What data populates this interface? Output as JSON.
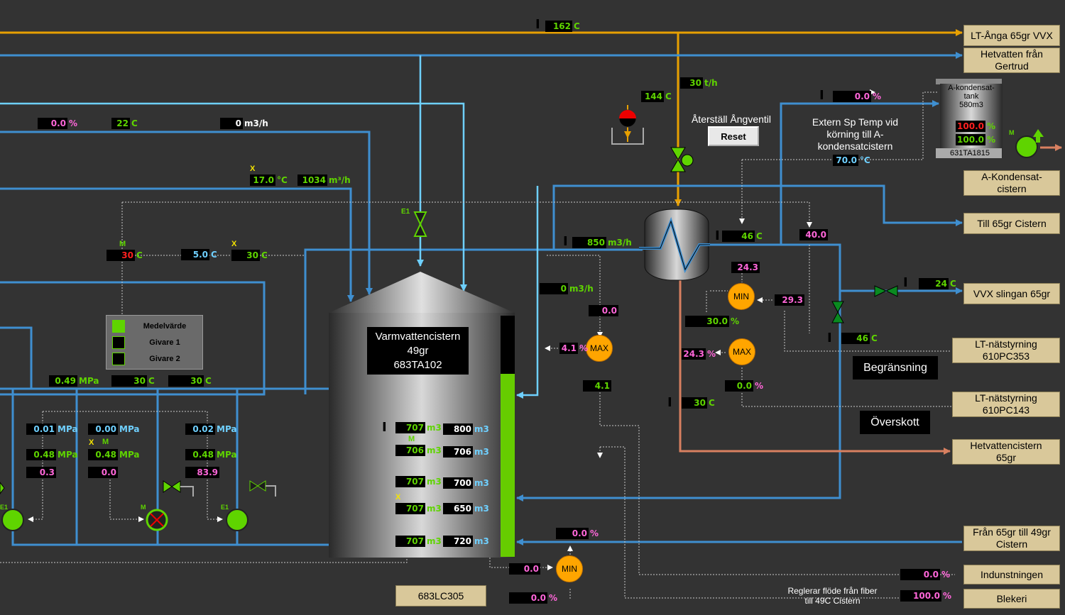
{
  "destinations": {
    "lt_anga": [
      "LT-Ånga 65gr VVX"
    ],
    "hetvatten_gertrud": [
      "Hetvatten från",
      "Gertrud"
    ],
    "a_kondensat": [
      "A-Kondensat-",
      "cistern"
    ],
    "till_65": [
      "Till 65gr Cistern"
    ],
    "vvx_slingan": [
      "VVX slingan 65gr"
    ],
    "lt_nat_353": [
      "LT-nätstyrning",
      "610PC353"
    ],
    "lt_nat_143": [
      "LT-nätstyrning",
      "610PC143"
    ],
    "hetvattencistern": [
      "Hetvattencistern",
      "65gr"
    ],
    "fran_65_49": [
      "Från 65gr till 49gr",
      "Cistern"
    ],
    "indunstningen": [
      "Indunstningen"
    ],
    "blekeri": [
      "Blekeri"
    ],
    "lc305": [
      "683LC305"
    ]
  },
  "tank": {
    "name": "Varmvattencistern",
    "temp": "49gr",
    "tag": "683TA102"
  },
  "atank": {
    "name1": "A-kondensat-",
    "name2": "tank",
    "vol": "580m3",
    "v1": "100.0",
    "v1_unit": "%",
    "v2": "100.0",
    "v2_unit": "%",
    "tag": "631TA1815"
  },
  "controls": {
    "reset_label": "Återställ Ångventil",
    "reset_button": "Reset",
    "extern_text": [
      "Extern Sp Temp vid",
      "körning till A-",
      "kondensatcistern"
    ],
    "begransning": "Begränsning",
    "overskott": "Överskott",
    "reglerar_text": [
      "Reglerar flöde från fiber",
      "till 49C Cistern"
    ]
  },
  "legend": {
    "items": [
      "Medelvärde",
      "Givare 1",
      "Givare 2"
    ]
  },
  "calc_blocks": {
    "max": "MAX",
    "min": "MIN"
  },
  "tags": {
    "x": "X",
    "m": "M",
    "e1": "E1",
    "i": "I"
  },
  "values": {
    "v162": {
      "v": "162",
      "u": "C"
    },
    "v30th": {
      "v": "30",
      "u": "t/h"
    },
    "v144": {
      "v": "144",
      "u": "C"
    },
    "pct_a": {
      "v": "0.0",
      "u": "%"
    },
    "t22": {
      "v": "22",
      "u": "C"
    },
    "flow0a": {
      "v": "0",
      "u": "m3/h"
    },
    "temp17": {
      "v": "17.0",
      "u": "°C"
    },
    "flow1034": {
      "v": "1034",
      "u": "m³/h"
    },
    "t30r": {
      "v": "30",
      "u": "C"
    },
    "t5": {
      "v": "5.0",
      "u": "C"
    },
    "t30x": {
      "v": "30",
      "u": "C"
    },
    "p049": {
      "v": "0.49",
      "u": "MPa"
    },
    "t30a": {
      "v": "30",
      "u": "C"
    },
    "t30b": {
      "v": "30",
      "u": "C"
    },
    "p001": {
      "v": "0.01",
      "u": "MPa"
    },
    "p000": {
      "v": "0.00",
      "u": "MPa"
    },
    "p002": {
      "v": "0.02",
      "u": "MPa"
    },
    "p048a": {
      "v": "0.48",
      "u": "MPa"
    },
    "p048b": {
      "v": "0.48",
      "u": "MPa"
    },
    "p048c": {
      "v": "0.48",
      "u": "MPa"
    },
    "x03": {
      "v": "0.3",
      "u": ""
    },
    "x00": {
      "v": "0.0",
      "u": ""
    },
    "x839": {
      "v": "83.9",
      "u": ""
    },
    "flow850": {
      "v": "850",
      "u": "m3/h"
    },
    "flow0b": {
      "v": "0",
      "u": "m3/h"
    },
    "max_in": {
      "v": "0.0",
      "u": ""
    },
    "max_out": {
      "v": "4.1",
      "u": "%"
    },
    "max_low": {
      "v": "4.1",
      "u": ""
    },
    "t46a": {
      "v": "46",
      "u": "C"
    },
    "v400": {
      "v": "40.0",
      "u": ""
    },
    "v243": {
      "v": "24.3",
      "u": ""
    },
    "v293": {
      "v": "29.3",
      "u": ""
    },
    "v300": {
      "v": "30.0",
      "u": "%"
    },
    "v243p": {
      "v": "24.3",
      "u": "%"
    },
    "v00p": {
      "v": "0.0",
      "u": "%"
    },
    "t46b": {
      "v": "46",
      "u": "C"
    },
    "t30c": {
      "v": "30",
      "u": "C"
    },
    "t24": {
      "v": "24",
      "u": "C"
    },
    "t70": {
      "v": "70.0",
      "u": "°C"
    },
    "pct_kond": {
      "v": "0.0",
      "u": "%"
    },
    "lvl1a": {
      "v": "707",
      "u": "m3"
    },
    "lvl1b": {
      "v": "800",
      "u": "m3"
    },
    "lvl2a": {
      "v": "706",
      "u": "m3"
    },
    "lvl2b": {
      "v": "706",
      "u": "m3"
    },
    "lvl3a": {
      "v": "707",
      "u": "m3"
    },
    "lvl3b": {
      "v": "700",
      "u": "m3"
    },
    "lvl4a": {
      "v": "707",
      "u": "m3"
    },
    "lvl4b": {
      "v": "650",
      "u": "m3"
    },
    "lvl5a": {
      "v": "707",
      "u": "m3"
    },
    "lvl5b": {
      "v": "720",
      "u": "m3"
    },
    "min_top": {
      "v": "0.0",
      "u": "%"
    },
    "min_in": {
      "v": "0.0",
      "u": ""
    },
    "min_out": {
      "v": "0.0",
      "u": "%"
    },
    "indun": {
      "v": "0.0",
      "u": "%"
    },
    "blek": {
      "v": "100.0",
      "u": "%"
    }
  },
  "colors": {
    "pipe_blue": "#3f8fd0",
    "pipe_cyan": "#6ed0ff",
    "pipe_orange": "#e8a000",
    "pipe_copper": "#d88060",
    "level_green": "#66cc00"
  }
}
